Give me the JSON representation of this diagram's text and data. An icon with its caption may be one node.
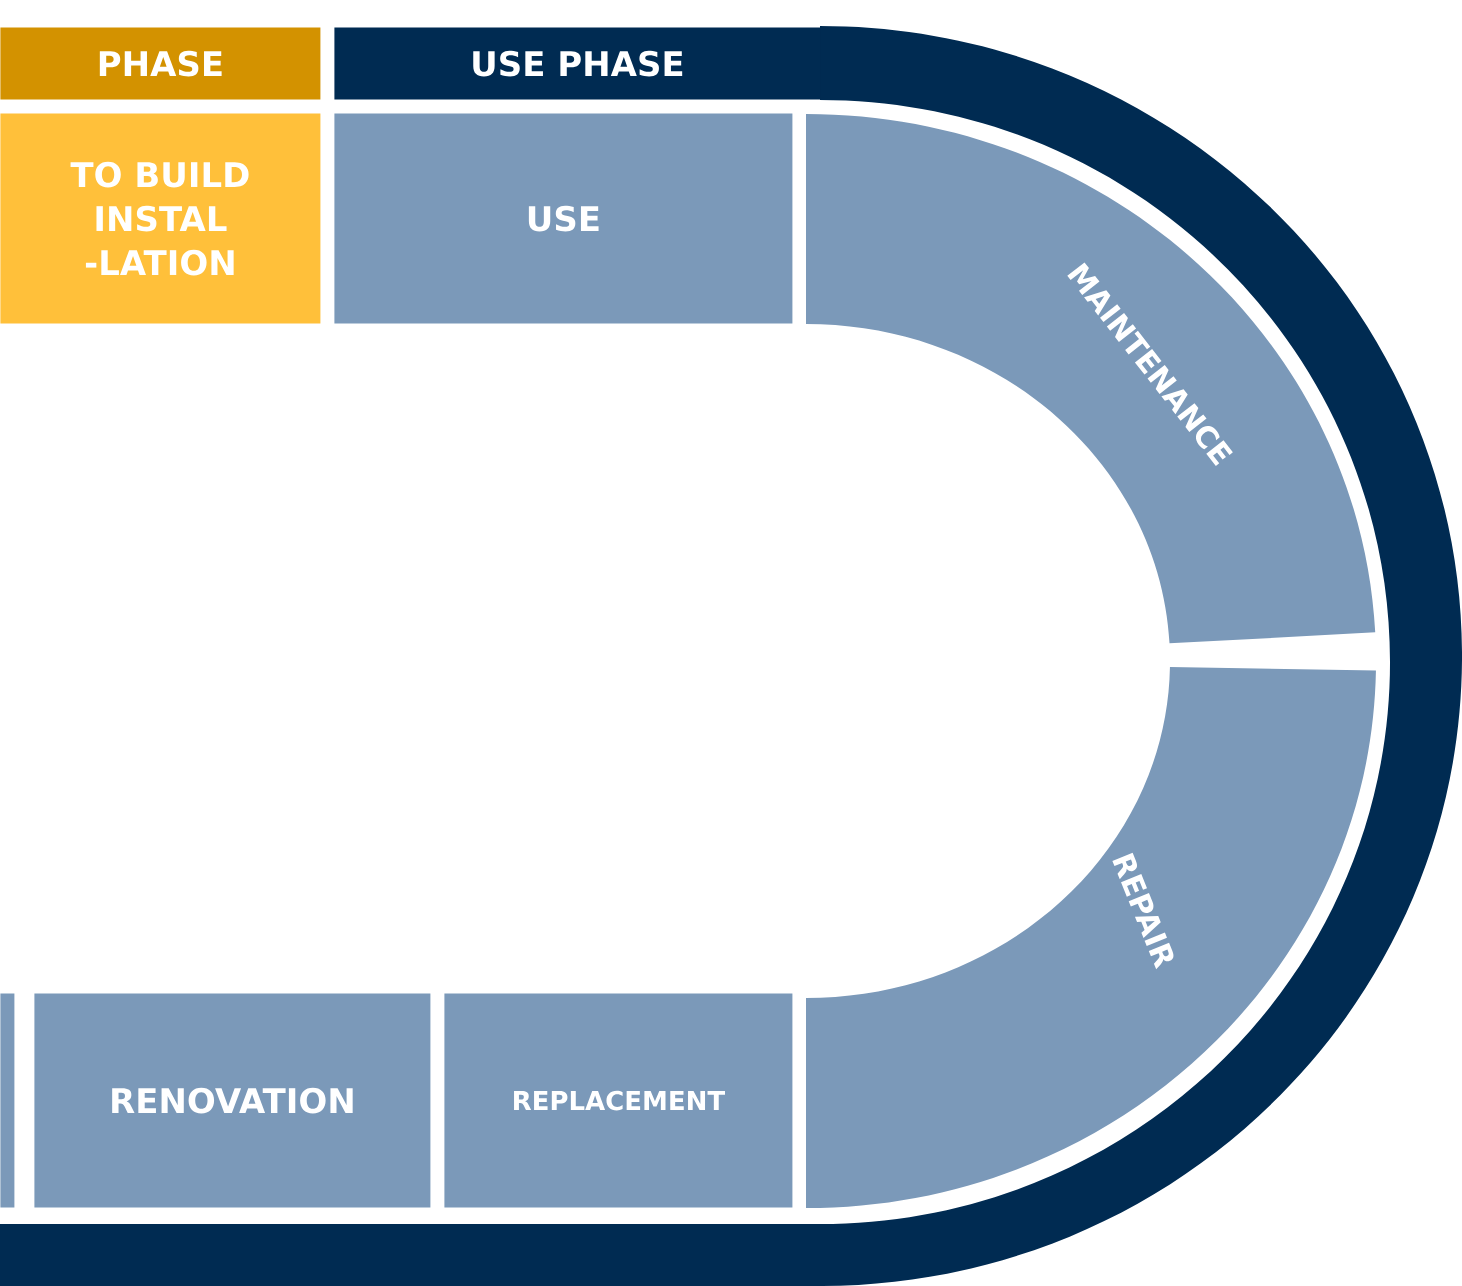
{
  "diagram": {
    "nodes": [
      {
        "text": [
          "PHASE"
        ]
      },
      {
        "text": [
          "USE PHASE"
        ]
      },
      {
        "text": [
          "TO BUILD INSTAL -LATION"
        ]
      },
      {
        "text": [
          "USE"
        ]
      },
      {
        "text": [
          "MAINTENANCE"
        ]
      },
      {
        "text": [
          "REPAIR"
        ]
      },
      {
        "text": [],
        "shape": "box"
      },
      {
        "text": [
          "RENOVATION"
        ]
      },
      {
        "text": [
          "REPLACEMENT"
        ]
      }
    ]
  }
}
